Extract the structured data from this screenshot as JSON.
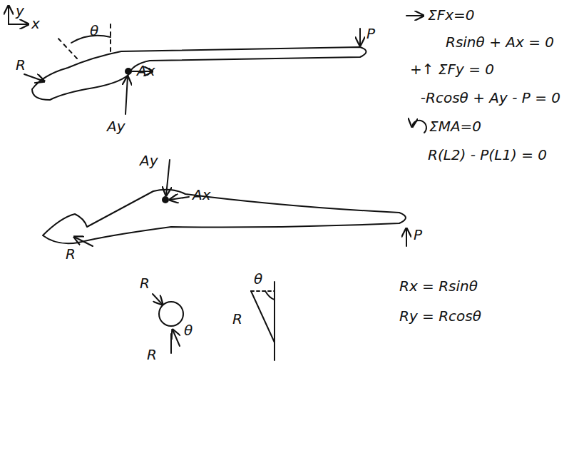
{
  "diagram": {
    "labels": [
      "y",
      "x",
      "θ",
      "R",
      "Ax",
      "Ay",
      "P",
      "ΣFx=0",
      "Rsinθ + Ax = 0",
      "+↑ ΣFy = 0",
      "-Rcosθ + Ay - P = 0",
      "ΣMA=0",
      "R(L2) - P(L1) = 0",
      "Ay",
      "Ax",
      "R",
      "P",
      "R",
      "θ",
      "R",
      "θ",
      "R",
      "Rx = Rsinθ",
      "Ry = Rcosθ"
    ]
  }
}
